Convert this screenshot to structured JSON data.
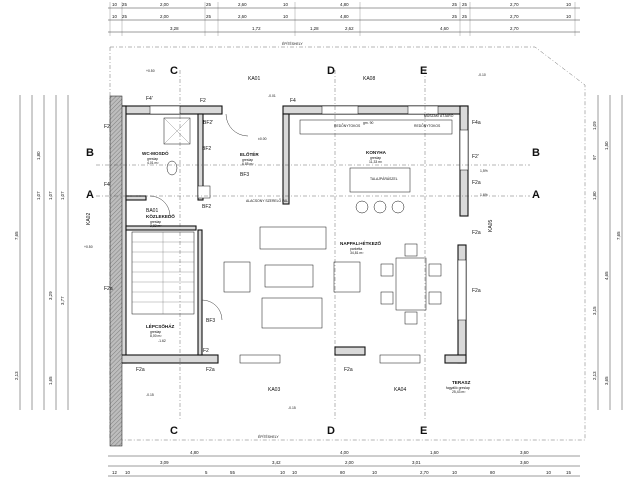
{
  "top_dims": {
    "row1": [
      "10",
      "25",
      "2,00",
      "25",
      "2,60",
      "10",
      "4,80",
      "25",
      "25",
      "2,70",
      "10"
    ],
    "row2": [
      "10",
      "25",
      "2,00",
      "25",
      "2,60",
      "10",
      "4,80",
      "25",
      "25",
      "2,70",
      "10"
    ],
    "row3": [
      "3,28",
      "1,72",
      "1,28",
      "2,62",
      "4,60",
      "2,70"
    ]
  },
  "bottom_dims": {
    "row1": [
      "4,80",
      "4,00",
      "1,60",
      "3,60"
    ],
    "row2": [
      "3,09",
      "3,42",
      "2,00",
      "3,01",
      "3,60"
    ],
    "row3": [
      "12",
      "10",
      "5",
      "55",
      "10",
      "10",
      "80",
      "10",
      "2,70",
      "10",
      "80",
      "10",
      "15"
    ]
  },
  "left_dims": [
    "1,80",
    "1,07",
    "1,07",
    "1,07",
    "3,29",
    "3,77",
    "7,65",
    "2,13",
    "1,65"
  ],
  "right_dims": [
    "1,09",
    "97",
    "1,50",
    "1,80",
    "3,15",
    "4,65",
    "7,65",
    "2,13",
    "3,65"
  ],
  "section_labels": {
    "a": "A",
    "b": "B",
    "c": "C",
    "d": "D",
    "e": "E"
  },
  "boundary": {
    "top": "ÉPÍTÉSHELY",
    "bottom": "ÉPÍTÉSHELY"
  },
  "rooms": [
    {
      "name": "WC-MOSDÓ",
      "sub1": "greslap",
      "sub2": "4,01 m²"
    },
    {
      "name": "ELŐTÉR",
      "sub1": "greslap",
      "sub2": "6,85 m²"
    },
    {
      "name": "KONYHA",
      "sub1": "greslap",
      "sub2": "11,33 m²"
    },
    {
      "name": "KÖZLEKEDŐ",
      "sub1": "greslap",
      "sub2": "2,82 m²"
    },
    {
      "name": "NAPPALI+ÉTKEZŐ",
      "sub1": "parketta",
      "sub2": "34,81 m²"
    },
    {
      "name": "LÉPCSŐHÁZ",
      "sub1": "greslap",
      "sub2": "8,00 m²"
    },
    {
      "name": "TERASZ",
      "sub1": "fagyálló greslap",
      "sub2": "25,43 m²"
    }
  ],
  "wall_tags": [
    "F4'",
    "F2",
    "F4",
    "F2",
    "F4a",
    "F4",
    "F2'",
    "F2a",
    "F2a",
    "F2a",
    "F2a",
    "F2a",
    "F2a",
    "F2a",
    "F2"
  ],
  "door_tags": [
    "BF2",
    "BF2'",
    "BF3",
    "BF3",
    "BA01",
    "BF2"
  ],
  "window_tags": [
    "KA01",
    "KA08",
    "KA02",
    "KA05",
    "KA03",
    "KA04"
  ],
  "levels": [
    "±0.00",
    "-0.01",
    "-0.10",
    "+0.50",
    "-1.62",
    "-0.15",
    "+0.50",
    "-0.15"
  ],
  "notes": [
    "REDŐNYTOKOS",
    "REDŐNYTOKOS",
    "TALAJPÁRÁSZEL",
    "MŰSZAKI ÁTJÁRÓ",
    "1,6%",
    "1,5%",
    "gm. 90",
    "ALACSONY SZERELŐ FAL"
  ]
}
